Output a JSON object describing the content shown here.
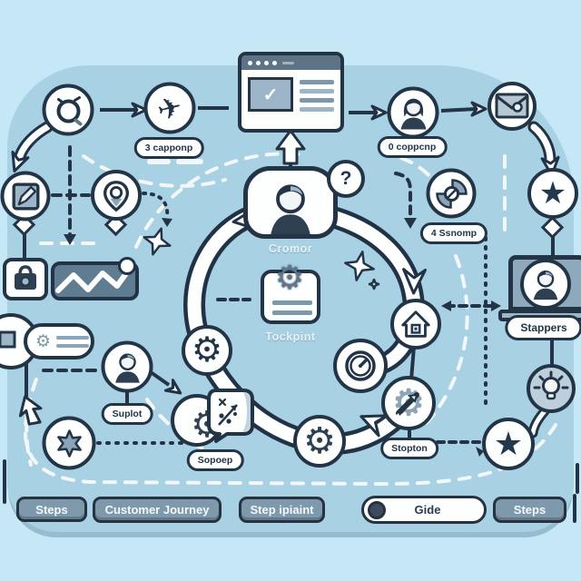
{
  "colors": {
    "background": "#c6e8f6",
    "panel": "#a8d1e3",
    "outline": "#243447",
    "slate": "#7e99ab",
    "slate_dark": "#5d7689",
    "navy": "#2e3f52",
    "white": "#fdfefe"
  },
  "diagram": {
    "top_row": {
      "step_label_1": "3 capponp",
      "step_label_2": "0 coppcnp"
    },
    "center": {
      "customer_label": "Cromor",
      "touchpoint_label": "Tockpint",
      "question_mark": "?"
    },
    "right_column": {
      "stage_label": "4 Ssnomp",
      "laptop_label": "Stappers"
    },
    "bottom": {
      "support_label": "Suplot",
      "chat_label": "Sopoep",
      "launch_label": "Stopton"
    }
  },
  "glyphs": {
    "gear": "⚙",
    "plane": "✈",
    "star": "★",
    "check": "✓"
  },
  "toolbar": {
    "buttons": [
      "Steps",
      "Customer Journey",
      "Step ipiaint",
      "Steps"
    ],
    "search_label": "Gide"
  }
}
